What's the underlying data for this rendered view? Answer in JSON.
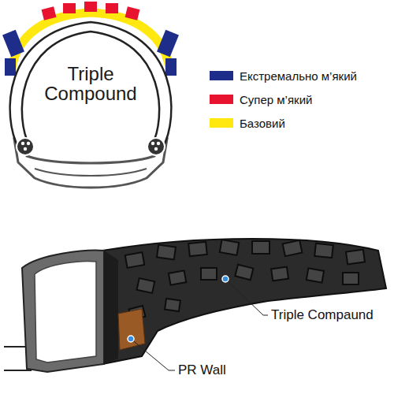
{
  "diagram": {
    "nodes": [
      {
        "text": [
          "Triple Compound"
        ]
      }
    ],
    "labels": [
      "Triple Compaund",
      "PR Wall"
    ],
    "legend": [
      {
        "text": "Екстремально м’який",
        "color": "#1f2d8a"
      },
      {
        "text": "Супер м’який",
        "color": "#e8132e"
      },
      {
        "text": "Базовий",
        "color": "#ffe80f"
      }
    ]
  }
}
